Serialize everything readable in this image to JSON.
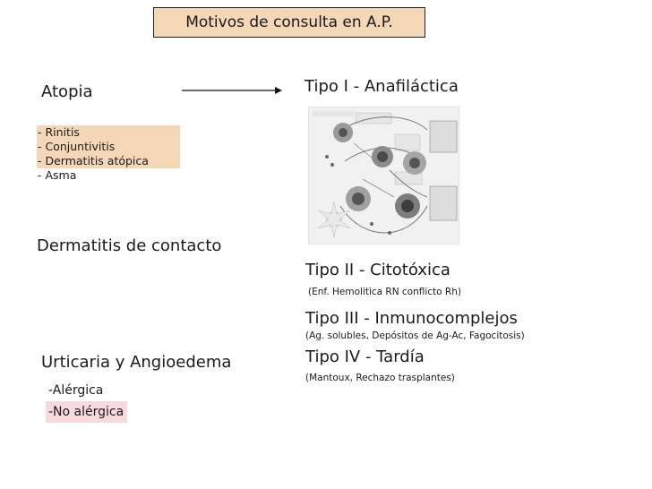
{
  "title": "Motivos de consulta en A.P.",
  "left": {
    "atopia": "Atopia",
    "atopia_items": [
      "- Rinitis",
      "- Conjuntivitis",
      "- Dermatitis atópica",
      "- Asma"
    ],
    "dermatitis": "Dermatitis de contacto",
    "urticaria": "Urticaria y Angioedema",
    "urticaria_items": [
      "-Alérgica",
      "-No alérgica"
    ]
  },
  "right": {
    "tipo1": "Tipo I - Anafiláctica",
    "tipo2": "Tipo II - Citotóxica",
    "tipo2_note": "(Enf. Hemolitica RN conflicto Rh)",
    "tipo3": "Tipo III - Inmunocomplejos",
    "tipo3_note": "(Ag. solubles, Depósitos de Ag-Ac, Fagocitosis)",
    "tipo4": "Tipo IV - Tardía",
    "tipo4_note": "(Mantoux, Rechazo trasplantes)"
  },
  "colors": {
    "highlight_orange": "#f3d7b6",
    "highlight_pink": "#f8d9de"
  },
  "icons": {
    "arrow": "right-arrow-icon",
    "diagram": "allergy-reaction-diagram-image"
  }
}
